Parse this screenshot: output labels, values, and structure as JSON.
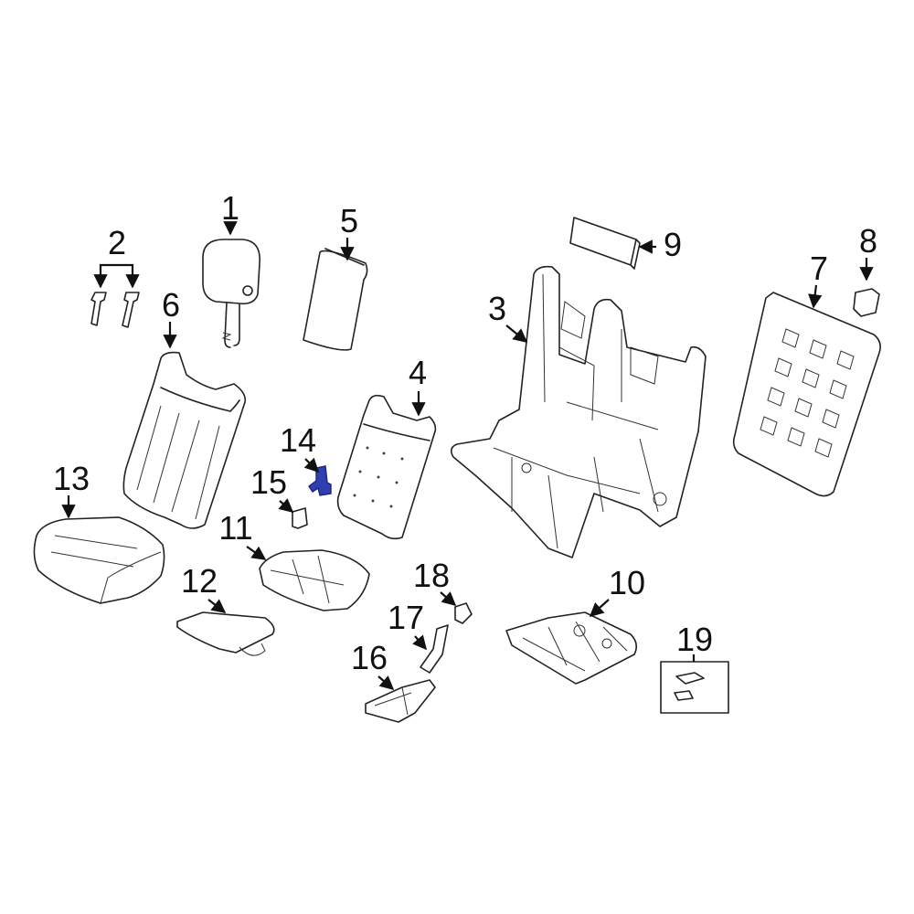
{
  "diagram": {
    "callouts": {
      "c1": "1",
      "c2": "2",
      "c3": "3",
      "c4": "4",
      "c5": "5",
      "c6": "6",
      "c7": "7",
      "c8": "8",
      "c9": "9",
      "c10": "10",
      "c11": "11",
      "c12": "12",
      "c13": "13",
      "c14": "14",
      "c15": "15",
      "c16": "16",
      "c17": "17",
      "c18": "18",
      "c19": "19"
    },
    "colors": {
      "line": "#222222",
      "highlight": "#2f3fb0",
      "background": "#ffffff"
    }
  }
}
